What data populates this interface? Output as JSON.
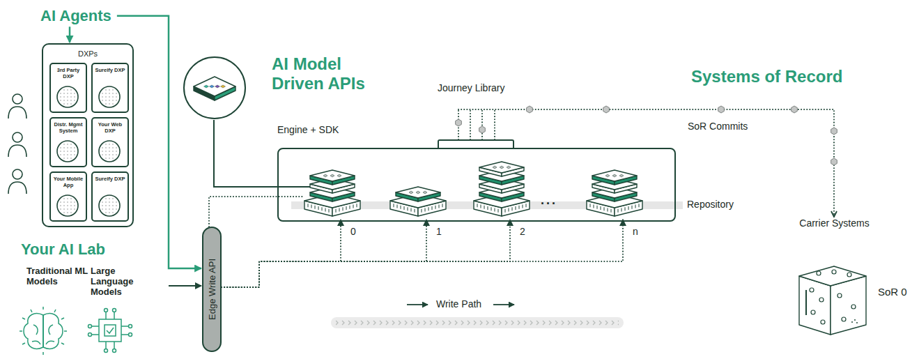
{
  "diagram": {
    "nodes": [
      {
        "text": [
          "AI Agents"
        ]
      },
      {
        "text": [
          "DXPs"
        ]
      },
      {
        "text": [
          "3rd Party DXP"
        ],
        "in": 1
      },
      {
        "text": [
          "Sureify DXP"
        ],
        "in": 1
      },
      {
        "text": [
          "Distr. Mgmt System"
        ],
        "in": 1
      },
      {
        "text": [
          "Your Web DXP"
        ],
        "in": 1
      },
      {
        "text": [
          "Your Mobile App"
        ],
        "in": 1
      },
      {
        "text": [
          "Sureify DXP"
        ],
        "in": 1
      },
      {
        "text": [
          "Your AI Lab"
        ]
      },
      {
        "text": [
          "Traditional ML Models"
        ],
        "in": 8
      },
      {
        "text": [
          "Large Language Models"
        ],
        "in": 8
      },
      {
        "text": [
          "AI Model Driven APIs"
        ]
      },
      {
        "text": [
          "Edge Write API"
        ]
      },
      {
        "text": [
          "Journey Library"
        ]
      },
      {
        "text": [
          "Engine + SDK"
        ]
      },
      {
        "text": [
          "0"
        ],
        "in": 14
      },
      {
        "text": [
          "1"
        ],
        "in": 14
      },
      {
        "text": [
          "2"
        ],
        "in": 14
      },
      {
        "text": [
          "n"
        ],
        "in": 14
      },
      {
        "text": [
          "Carrier Systems",
          "SoR 0"
        ]
      }
    ],
    "edges": [
      {
        "from": 0,
        "to": 1,
        "arrow": "to"
      },
      {
        "from": 0,
        "to": 12,
        "arrow": "to"
      },
      {
        "from": 8,
        "to": 12,
        "arrow": "to"
      },
      {
        "from": 11,
        "to": 15,
        "arrow": "none"
      },
      {
        "from": 12,
        "to": 15,
        "arrow": "none"
      },
      {
        "from": 12,
        "to": 15,
        "arrow": "to"
      },
      {
        "from": 12,
        "to": 16,
        "arrow": "to"
      },
      {
        "from": 12,
        "to": 17,
        "arrow": "to"
      },
      {
        "from": 12,
        "to": 18,
        "arrow": "to"
      },
      {
        "from": 13,
        "to": 19,
        "arrow": "to",
        "label": "SoR Commits"
      }
    ],
    "labels": [
      "Systems of Record",
      "Repository",
      "···",
      "Write Path"
    ]
  }
}
